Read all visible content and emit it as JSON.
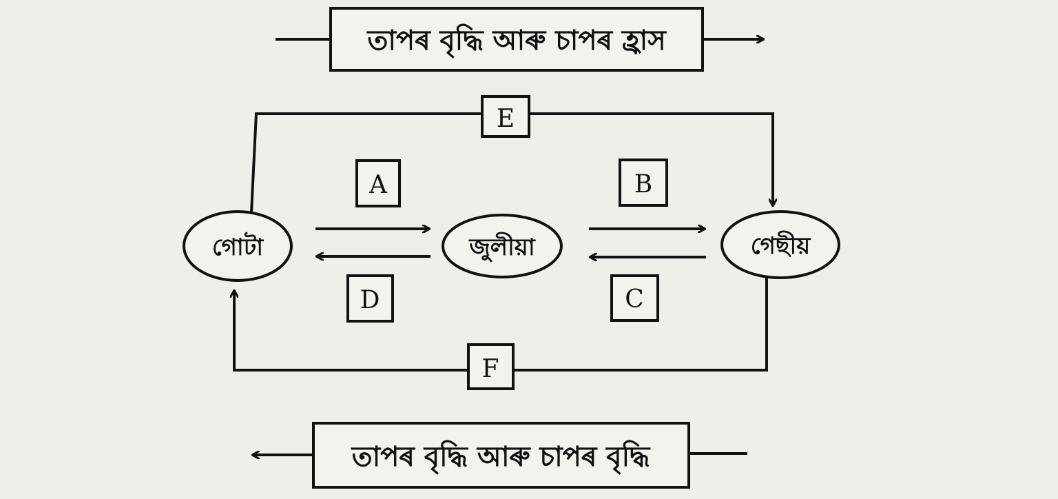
{
  "banners": {
    "top": "তাপৰ বৃদ্ধি আৰু চাপৰ হ্ৰাস",
    "bottom": "তাপৰ বৃদ্ধি আৰু চাপৰ বৃদ্ধি"
  },
  "states": {
    "solid": "গোটা",
    "liquid": "জুলীয়া",
    "gas": "গেছীয়"
  },
  "labels": {
    "a": "A",
    "b": "B",
    "c": "C",
    "d": "D",
    "e": "E",
    "f": "F"
  },
  "colors": {
    "ink": "#111111",
    "paper": "#efeee8"
  }
}
